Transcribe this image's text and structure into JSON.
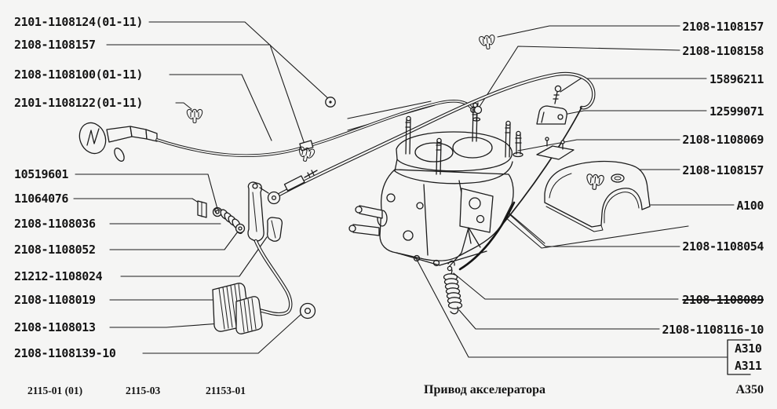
{
  "colors": {
    "paper": "#f5f5f4",
    "ink": "#1c1c1c"
  },
  "diagram": {
    "subject": "accelerator-drive-parts-diagram",
    "left_labels": [
      {
        "part": "2101-1108124(01-11)"
      },
      {
        "part": "2108-1108157"
      },
      {
        "part": "2108-1108100(01-11)"
      },
      {
        "part": "2101-1108122(01-11)"
      },
      {
        "part": "10519601"
      },
      {
        "part": "11064076"
      },
      {
        "part": "2108-1108036"
      },
      {
        "part": "2108-1108052"
      },
      {
        "part": "21212-1108024"
      },
      {
        "part": "2108-1108019"
      },
      {
        "part": "2108-1108013"
      },
      {
        "part": "2108-1108139-10"
      }
    ],
    "right_labels": [
      {
        "part": "2108-1108157"
      },
      {
        "part": "2108-1108158"
      },
      {
        "part": "15896211"
      },
      {
        "part": "12599071"
      },
      {
        "part": "2108-1108069"
      },
      {
        "part": "2108-1108157"
      },
      {
        "part": "A100"
      },
      {
        "part": "2108-1108054"
      },
      {
        "part": "2108-1108089",
        "superseded": true
      },
      {
        "part": "2108-1108116-10"
      }
    ],
    "variants": {
      "a310": "A310",
      "a311": "A311"
    },
    "footer": {
      "models": [
        "2115-01 (01)",
        "2115-03",
        "21153-01"
      ],
      "title": "Привод акселератора",
      "page_code": "A350"
    }
  }
}
